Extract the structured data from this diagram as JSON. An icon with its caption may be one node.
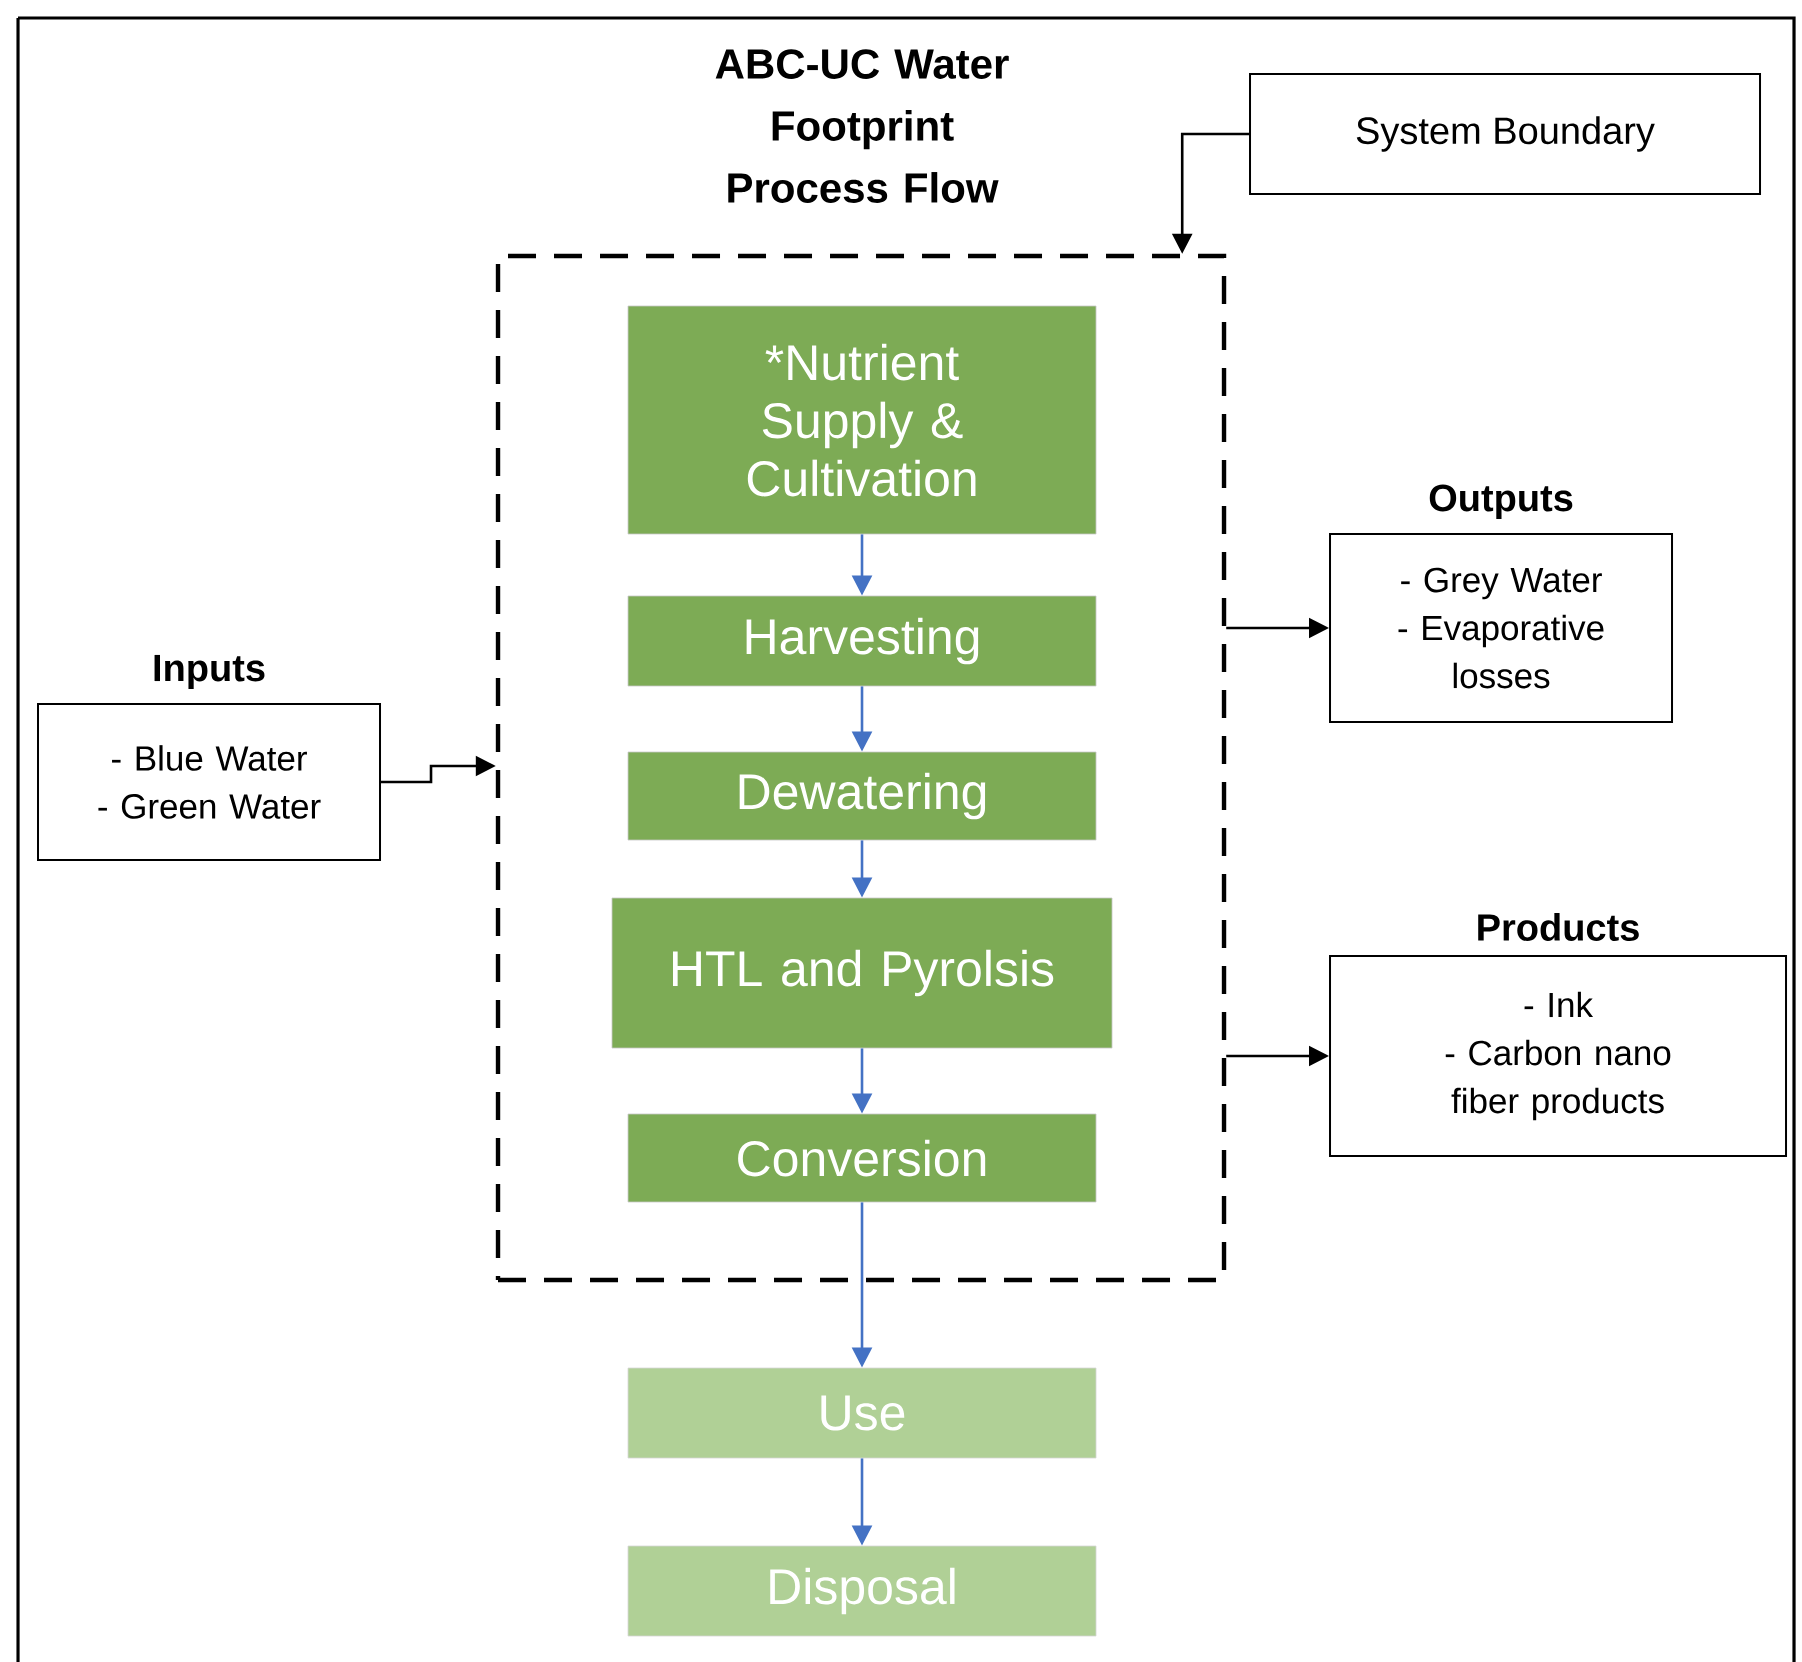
{
  "diagram": {
    "title": "ABC-UC Water Footprint Process Flow",
    "nodes": [
      {
        "text": [
          "System Boundary"
        ]
      },
      {
        "text": [],
        "shape": "box"
      },
      {
        "text": [
          "*Nutrient Supply & Cultivation"
        ],
        "in": 1
      },
      {
        "text": [
          "Harvesting"
        ],
        "in": 1
      },
      {
        "text": [
          "Dewatering"
        ],
        "in": 1
      },
      {
        "text": [
          "HTL and Pyrolsis"
        ],
        "in": 1
      },
      {
        "text": [
          "Conversion"
        ],
        "in": 1
      },
      {
        "text": [
          "Outputs",
          "- Grey Water",
          "- Evaporative losses"
        ]
      },
      {
        "text": [
          "Inputs",
          "- Blue Water",
          "- Green Water"
        ]
      },
      {
        "text": [
          "Products",
          "- Ink",
          "- Carbon nano fiber products"
        ]
      },
      {
        "text": [
          "Use"
        ]
      },
      {
        "text": [
          "Disposal"
        ]
      }
    ],
    "edges": [
      {
        "from": 0,
        "to": 1,
        "arrow": "to",
        "color": "#000000"
      },
      {
        "from": 2,
        "to": 3,
        "arrow": "to"
      },
      {
        "from": 3,
        "to": 4,
        "arrow": "to"
      },
      {
        "from": 4,
        "to": 5,
        "arrow": "to"
      },
      {
        "from": 5,
        "to": 6,
        "arrow": "to"
      },
      {
        "from": 6,
        "to": 10,
        "arrow": "to"
      },
      {
        "from": 10,
        "to": 11,
        "arrow": "to"
      },
      {
        "from": 8,
        "to": 1,
        "arrow": "to",
        "color": "#000000"
      },
      {
        "from": 1,
        "to": 7,
        "arrow": "to",
        "color": "#000000"
      },
      {
        "from": 1,
        "to": 9,
        "arrow": "to",
        "color": "#000000"
      }
    ]
  }
}
